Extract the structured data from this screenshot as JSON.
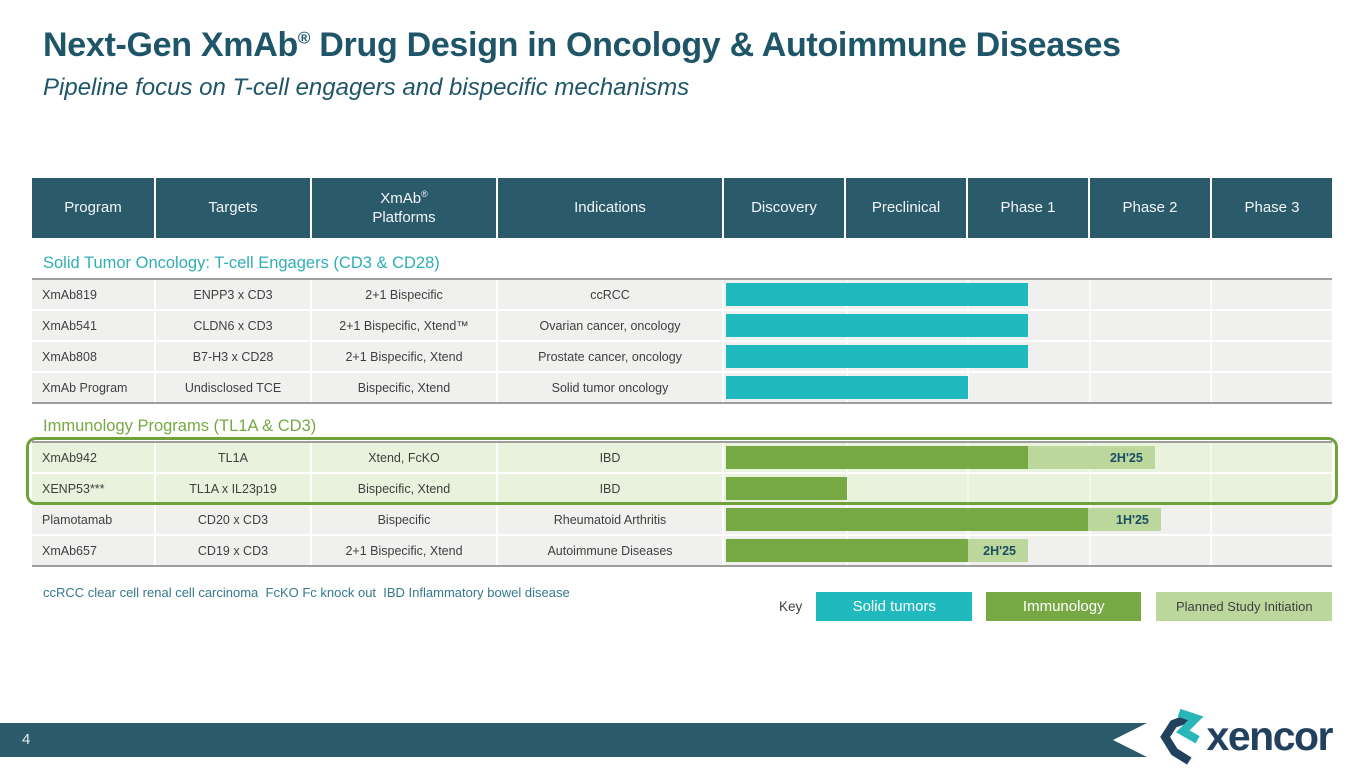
{
  "slide": {
    "title_pre": "Next-Gen XmAb",
    "title_sup": "®",
    "title_post": " Drug Design in Oncology & Autoimmune Diseases",
    "subtitle": "Pipeline focus on T-cell engagers and bispecific mechanisms",
    "footnote": "ccRCC clear cell renal cell carcinoma  FcKO Fc knock out  IBD Inflammatory bowel disease",
    "page_number": "4",
    "logo_text": "xencor"
  },
  "colors": {
    "solid_tumor": "#1FB9BE",
    "immunology": "#76A844",
    "planned": "#BCD79C",
    "header_bg": "#2B5A6B",
    "highlight_border": "#6FA23A",
    "highlight_bg": "#E9F2DD"
  },
  "table": {
    "headers": {
      "program": "Program",
      "targets": "Targets",
      "platforms_line1": "XmAb",
      "platforms_sup": "®",
      "platforms_line2": "Platforms",
      "indications": "Indications",
      "phases": [
        "Discovery",
        "Preclinical",
        "Phase 1",
        "Phase 2",
        "Phase 3"
      ]
    }
  },
  "sections": [
    {
      "heading": "Solid Tumor Oncology: T-cell Engagers (CD3 & CD28)",
      "rows": [
        {
          "program": "XmAb819",
          "targets": "ENPP3 x CD3",
          "platforms": "2+1 Bispecific",
          "indications": "ccRCC",
          "bar": {
            "color": "solid_tumor",
            "solid_pct": 50,
            "planned_pct": 0,
            "label": ""
          }
        },
        {
          "program": "XmAb541",
          "targets": "CLDN6 x CD3",
          "platforms": "2+1 Bispecific, Xtend™",
          "indications": "Ovarian cancer, oncology",
          "bar": {
            "color": "solid_tumor",
            "solid_pct": 50,
            "planned_pct": 0,
            "label": ""
          }
        },
        {
          "program": "XmAb808",
          "targets": "B7-H3 x CD28",
          "platforms": "2+1 Bispecific, Xtend",
          "indications": "Prostate cancer, oncology",
          "bar": {
            "color": "solid_tumor",
            "solid_pct": 50,
            "planned_pct": 0,
            "label": ""
          }
        },
        {
          "program": "XmAb Program",
          "targets": "Undisclosed TCE",
          "platforms": "Bispecific, Xtend",
          "indications": "Solid tumor oncology",
          "bar": {
            "color": "solid_tumor",
            "solid_pct": 40,
            "planned_pct": 0,
            "label": ""
          }
        }
      ]
    },
    {
      "heading": "Immunology Programs (TL1A & CD3)",
      "rows": [
        {
          "program": "XmAb942",
          "targets": "TL1A",
          "platforms": "Xtend, FcKO",
          "indications": "IBD",
          "bar": {
            "color": "immunology",
            "solid_pct": 50,
            "planned_pct": 21,
            "label": "2H'25"
          }
        },
        {
          "program": "XENP53***",
          "targets": "TL1A x IL23p19",
          "platforms": "Bispecific, Xtend",
          "indications": "IBD",
          "bar": {
            "color": "immunology",
            "solid_pct": 20,
            "planned_pct": 0,
            "label": ""
          }
        },
        {
          "program": "Plamotamab",
          "targets": "CD20 x CD3",
          "platforms": "Bispecific",
          "indications": "Rheumatoid Arthritis",
          "bar": {
            "color": "immunology",
            "solid_pct": 60,
            "planned_pct": 12,
            "label": "1H'25"
          }
        },
        {
          "program": "XmAb657",
          "targets": "CD19 x CD3",
          "platforms": "2+1 Bispecific, Xtend",
          "indications": "Autoimmune Diseases",
          "bar": {
            "color": "immunology",
            "solid_pct": 40,
            "planned_pct": 10,
            "label": "2H'25"
          }
        }
      ]
    }
  ],
  "key": {
    "label": "Key",
    "items": [
      {
        "label": "Solid tumors",
        "bg": "#1FB9BE",
        "fg": "#FFFFFF"
      },
      {
        "label": "Immunology",
        "bg": "#76A844",
        "fg": "#FFFFFF"
      },
      {
        "label": "Planned Study Initiation",
        "bg": "#BCD79C",
        "fg": "#3F3F3F"
      }
    ]
  }
}
